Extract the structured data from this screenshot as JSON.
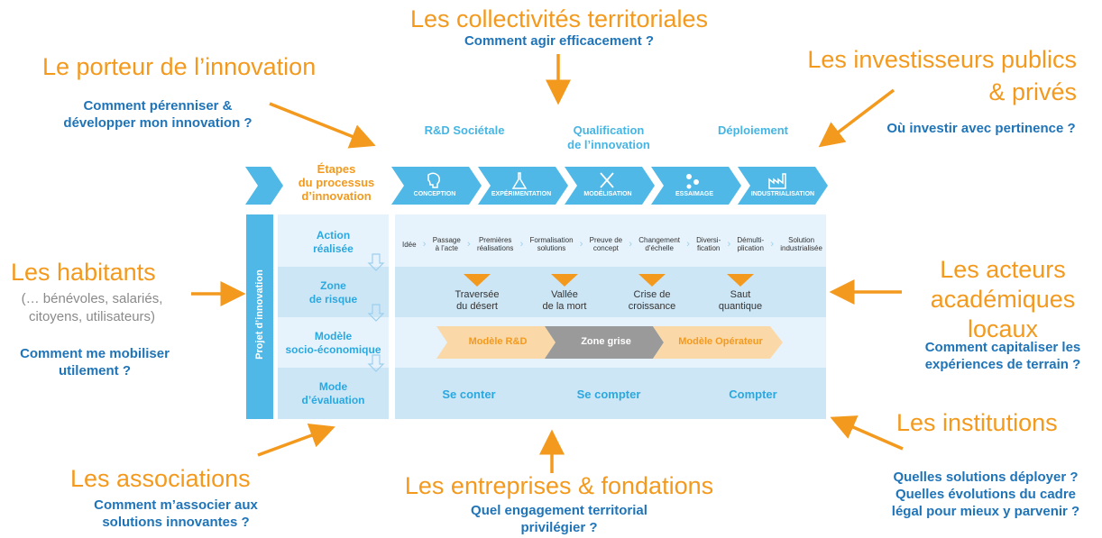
{
  "stakeholders": {
    "collectivites": {
      "title": "Les collectivités territoriales",
      "question": "Comment agir efficacement ?"
    },
    "porteur": {
      "title": "Le porteur de l’innovation",
      "question_l1": "Comment pérenniser &",
      "question_l2": "développer mon innovation ?"
    },
    "investisseurs": {
      "title_l1": "Les investisseurs publics",
      "title_l2": "& privés",
      "question": "Où investir avec pertinence ?"
    },
    "habitants": {
      "title": "Les habitants",
      "sub_l1": "(… bénévoles, salariés,",
      "sub_l2": "citoyens, utilisateurs)",
      "question_l1": "Comment me mobiliser",
      "question_l2": "utilement ?"
    },
    "academiques": {
      "title_l1": "Les acteurs",
      "title_l2": "académiques",
      "title_l3": "locaux",
      "question_l1": "Comment capitaliser les",
      "question_l2": "expériences de terrain ?"
    },
    "institutions": {
      "title": "Les institutions",
      "question_l1": "Quelles solutions déployer ?",
      "question_l2": "Quelles évolutions du cadre",
      "question_l3": "légal pour mieux y parvenir ?"
    },
    "associations": {
      "title": "Les associations",
      "question_l1": "Comment m’associer aux",
      "question_l2": "solutions innovantes ?"
    },
    "entreprises": {
      "title": "Les entreprises & fondations",
      "question_l1": "Quel engagement territorial",
      "question_l2": "privilégier ?"
    }
  },
  "phases": {
    "rd": "R&D Sociétale",
    "qualif_l1": "Qualification",
    "qualif_l2": "de l’innovation",
    "deploiement": "Déploiement"
  },
  "etapes": {
    "l1": "Étapes",
    "l2": "du processus",
    "l3": "d’innovation"
  },
  "steps": [
    "CONCEPTION",
    "EXPÉRIMENTATION",
    "MODÉLISATION",
    "ESSAIMAGE",
    "INDUSTRIALISATION"
  ],
  "projet_label": "Projet d’innovation",
  "rows": {
    "action": {
      "l1": "Action",
      "l2": "réalisée"
    },
    "zone": {
      "l1": "Zone",
      "l2": "de risque"
    },
    "modele": {
      "l1": "Modèle",
      "l2": "socio-économique"
    },
    "mode": {
      "l1": "Mode",
      "l2": "d’évaluation"
    }
  },
  "actions": [
    {
      "l1": "Idée",
      "l2": ""
    },
    {
      "l1": "Passage",
      "l2": "à l’acte"
    },
    {
      "l1": "Premières",
      "l2": "réalisations"
    },
    {
      "l1": "Formalisation",
      "l2": "solutions"
    },
    {
      "l1": "Preuve de",
      "l2": "concept"
    },
    {
      "l1": "Changement",
      "l2": "d’échelle"
    },
    {
      "l1": "Diversi-",
      "l2": "fication"
    },
    {
      "l1": "Démulti-",
      "l2": "plication"
    },
    {
      "l1": "Solution",
      "l2": "industrialisée"
    }
  ],
  "risks": [
    {
      "l1": "Traversée",
      "l2": "du désert"
    },
    {
      "l1": "Vallée",
      "l2": "de la mort"
    },
    {
      "l1": "Crise de",
      "l2": "croissance"
    },
    {
      "l1": "Saut",
      "l2": "quantique"
    }
  ],
  "models": {
    "rd": "Modèle R&D",
    "grise": "Zone grise",
    "operateur": "Modèle Opérateur"
  },
  "evaluations": [
    "Se conter",
    "Se compter",
    "Compter"
  ],
  "colors": {
    "orange": "#f39a1e",
    "blue_dark": "#1f74b8",
    "blue_light": "#46b5e3",
    "panel": "#e3f1fb",
    "panel_band": "#cde6f6"
  }
}
